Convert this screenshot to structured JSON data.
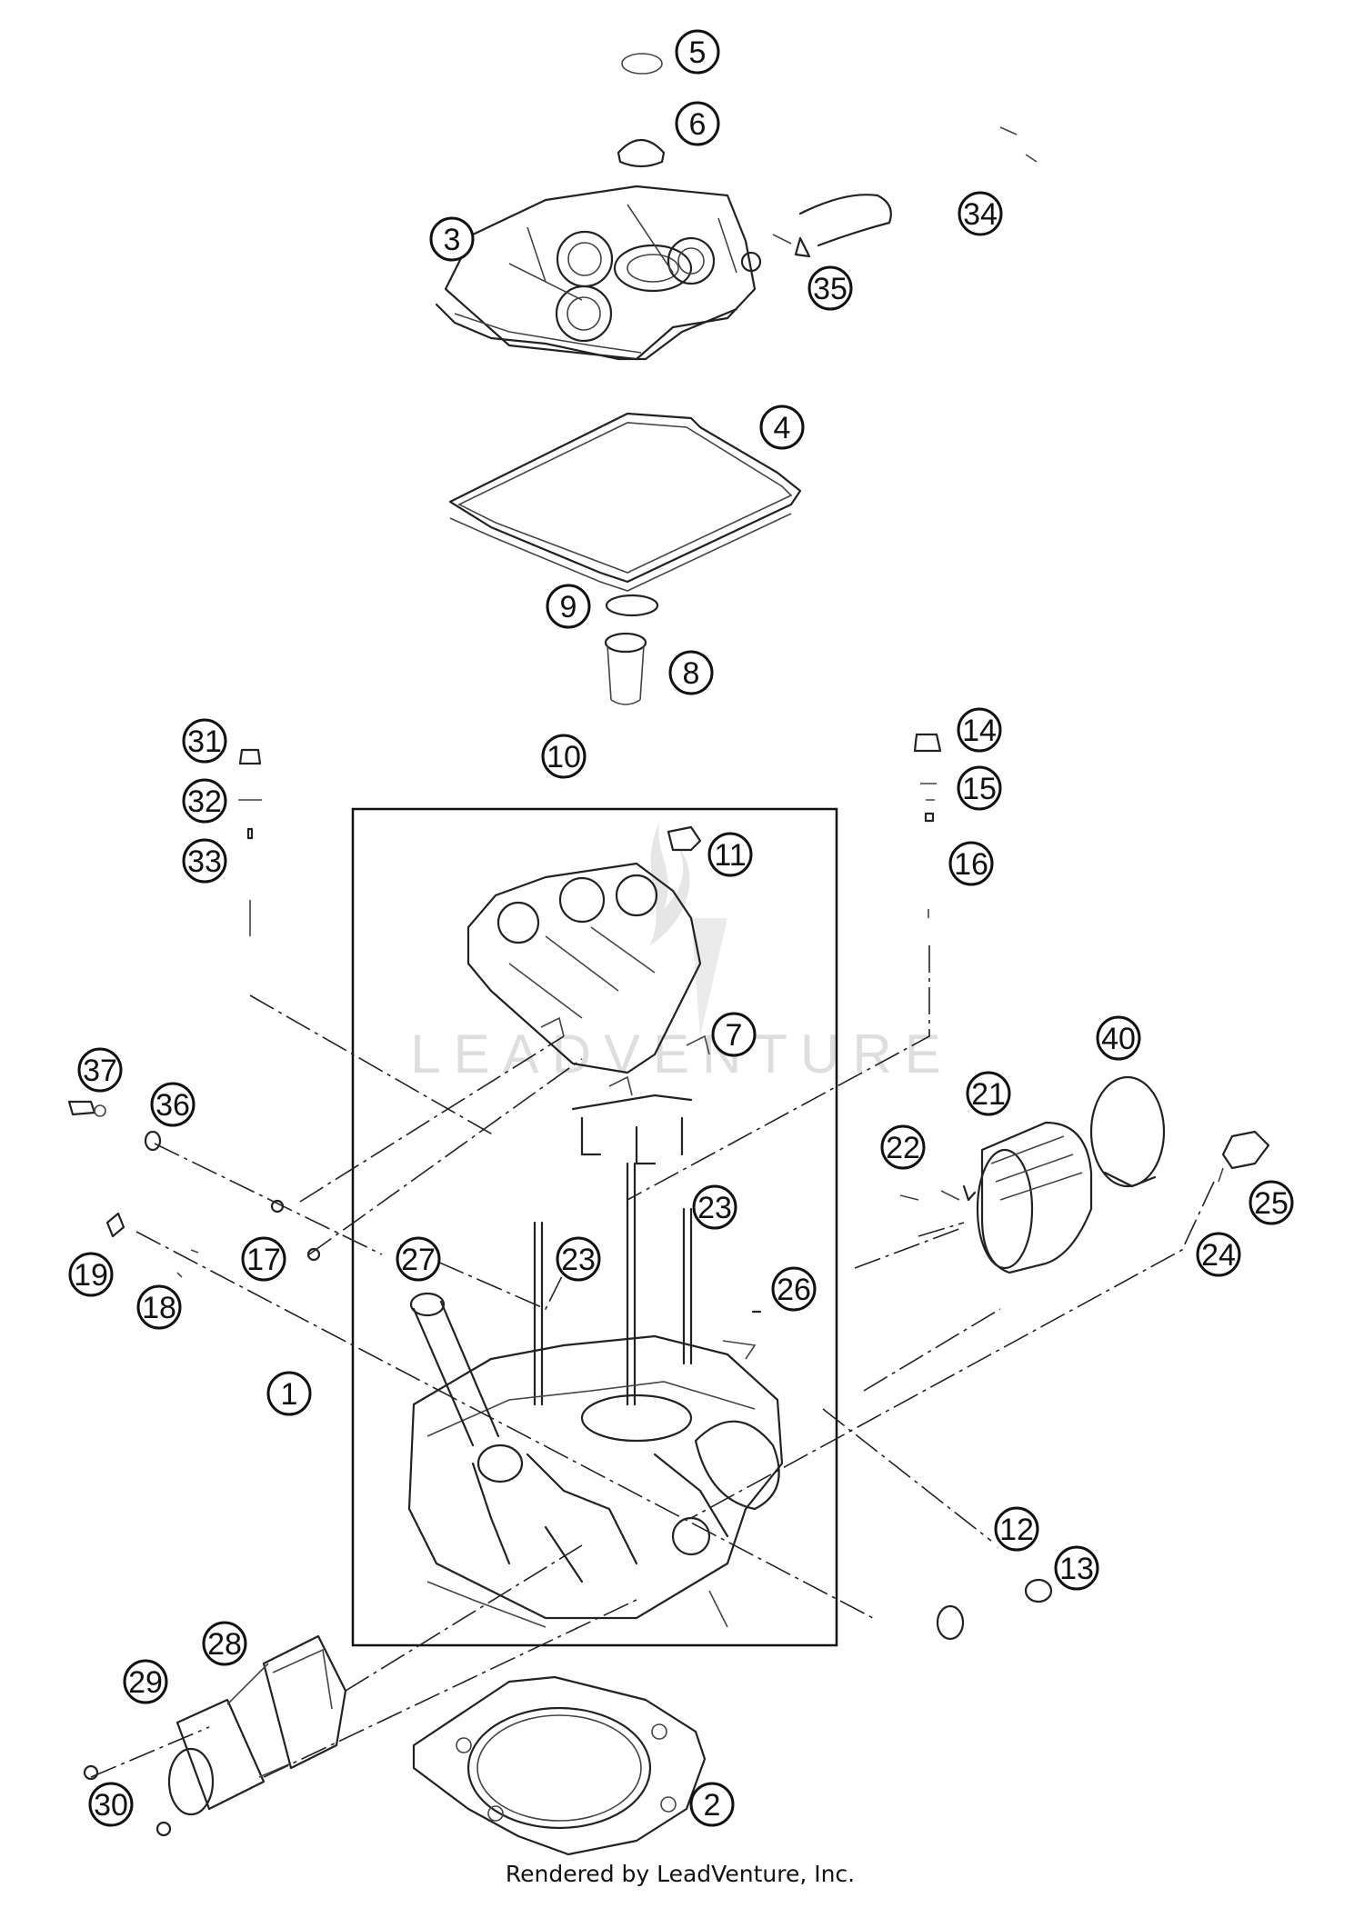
{
  "watermark": "LEADVENTURE",
  "footer": "Rendered by LeadVenture, Inc.",
  "callouts": [
    "5",
    "6",
    "34",
    "3",
    "35",
    "4",
    "9",
    "8",
    "31",
    "10",
    "14",
    "32",
    "15",
    "11",
    "33",
    "16",
    "7",
    "40",
    "37",
    "36",
    "21",
    "22",
    "23",
    "25",
    "27",
    "23",
    "17",
    "26",
    "24",
    "19",
    "18",
    "1",
    "12",
    "13",
    "28",
    "29",
    "2",
    "30"
  ]
}
